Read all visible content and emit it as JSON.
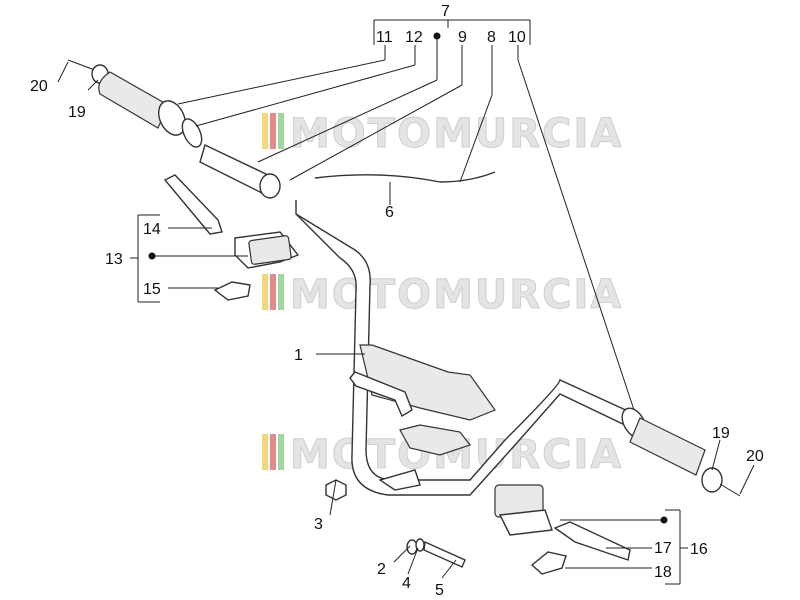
{
  "watermark": {
    "text": "MOTOMURCIA"
  },
  "callouts": {
    "c1": "1",
    "c2": "2",
    "c3": "3",
    "c4": "4",
    "c5": "5",
    "c6": "6",
    "c7": "7",
    "c8": "8",
    "c9": "9",
    "c10": "10",
    "c11": "11",
    "c12": "12",
    "c13": "13",
    "c14": "14",
    "c15": "15",
    "c16": "16",
    "c17": "17",
    "c18": "18",
    "c19a": "19",
    "c19b": "19",
    "c20a": "20",
    "c20b": "20"
  },
  "colors": {
    "line": "#222222",
    "watermark_fill": "#e4e4e4",
    "stripe_yellow": "#f2d87a",
    "stripe_red": "#e38a8a",
    "stripe_green": "#9fd6a2"
  }
}
